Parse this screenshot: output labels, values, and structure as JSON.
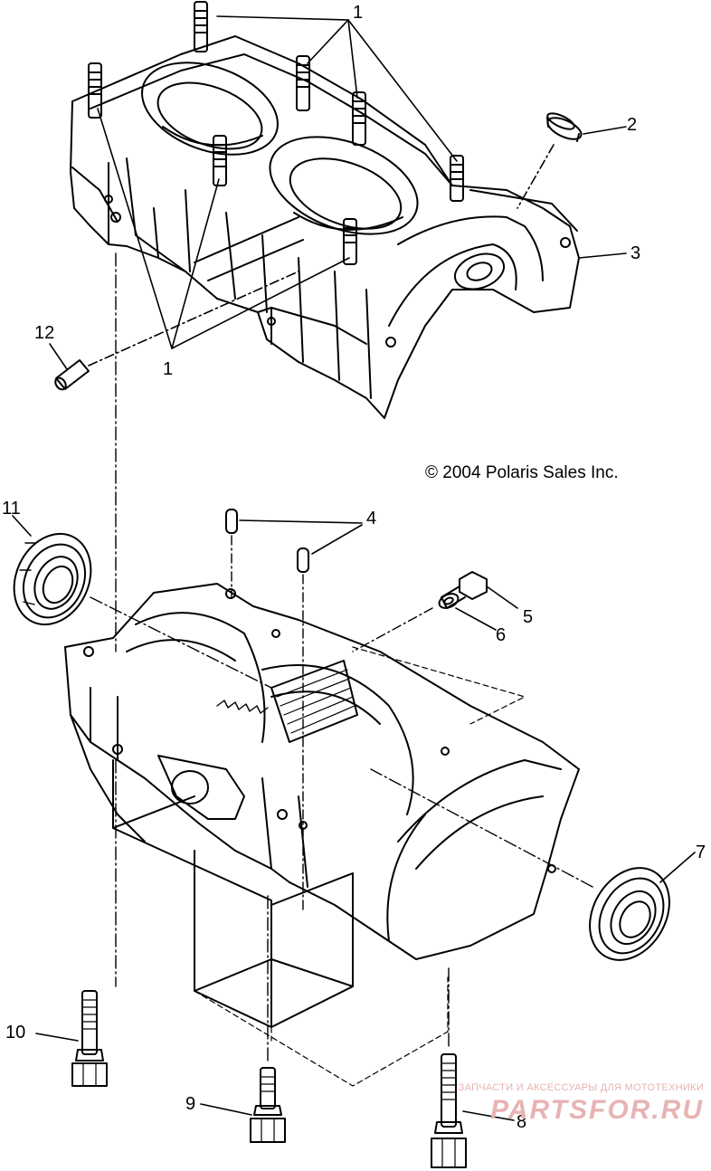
{
  "callouts": {
    "c1_top": "1",
    "c1_bottom": "1",
    "c2": "2",
    "c3": "3",
    "c4": "4",
    "c5": "5",
    "c6": "6",
    "c7": "7",
    "c8": "8",
    "c9": "9",
    "c10": "10",
    "c11": "11",
    "c12": "12"
  },
  "copyright": "© 2004 Polaris Sales Inc.",
  "watermark": {
    "tagline": "ЗАПЧАСТИ И АКСЕССУАРЫ ДЛЯ МОТОТЕХНИКИ",
    "brand": "PARTSFOR.RU"
  },
  "colors": {
    "line": "#000000",
    "background": "#ffffff",
    "watermark": "#e8b3b3"
  }
}
